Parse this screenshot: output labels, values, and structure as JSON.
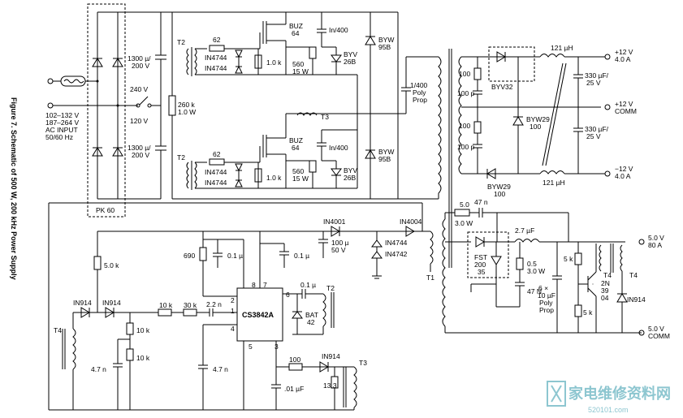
{
  "caption": "Figure 7. Schematic of 500 W, 200 kHz Power Supply",
  "input": {
    "l1": "102–132 V",
    "l2": "187–264 V",
    "l3": "AC INPUT",
    "l4": "50/60 Hz",
    "sw240": "240 V",
    "sw120": "120 V"
  },
  "bridge_label": "PK 60",
  "caps": {
    "c1a": "1300 µ/",
    "c1b": "200 V",
    "c2a": "1300 µ/",
    "c2b": "200 V",
    "r_bleed_a": "260 k",
    "r_bleed_b": "1.0 W",
    "c_poly_a": "1/400",
    "c_poly_b": "Poly",
    "c_poly_c": "Prop"
  },
  "upper_driver": {
    "t2": "T2",
    "r62": "62",
    "z1": "IN4744",
    "z2": "IN4744",
    "r1k": "1.0 k",
    "buz_a": "BUZ",
    "buz_b": "64",
    "r560a": "560",
    "r560b": "15 W",
    "d400": "In/400",
    "byv_a": "BYV",
    "byv_b": "26B",
    "byw_a": "BYW",
    "byw_b": "95B"
  },
  "lower_driver": {
    "t2": "T2",
    "r62": "62",
    "z1": "IN4744",
    "z2": "IN4744",
    "r1k": "1.0 k",
    "buz_a": "BUZ",
    "buz_b": "64",
    "r560a": "560",
    "r560b": "15 W",
    "d400": "In/400",
    "byv_a": "BYV",
    "byv_b": "26B",
    "byw_a": "BYW",
    "byw_b": "95B",
    "t3": "T3"
  },
  "secondary_12": {
    "l121a": "121 µH",
    "l121b": "121 µH",
    "out1a": "+12 V",
    "out1b": "4.0 A",
    "out2a": "+12 V",
    "out2b": "COMM",
    "out3a": "−12 V",
    "out3b": "4.0 A",
    "c330a": "330 µF/",
    "c330b": "25 V",
    "c330c": "330 µF/",
    "c330d": "25 V",
    "byv32": "BYV32",
    "byw29a": "BYW29",
    "byw29b": "100",
    "byw29c": "BYW29",
    "byw29d": "100",
    "r100a": "100",
    "c100p_a": "100 p",
    "r100b": "100",
    "c100p_b": "100 p"
  },
  "aux": {
    "d1": "IN4001",
    "d2": "IN4004",
    "c100u_a": "100 µ",
    "c100u_b": "50 V",
    "z1": "IN4744",
    "z2": "IN4742",
    "t1": "T1"
  },
  "secondary_5": {
    "r5a": "5.0",
    "r5b": "3.0 W",
    "c47n": "47 n",
    "l27": "2.7 µF",
    "fst_a": "FST",
    "fst_b": "200",
    "fst_c": "35",
    "r05a": "0.5",
    "r05b": "3.0 W",
    "c47N": "47 N",
    "c6x_a": "6 ×",
    "c6x_b": "10 µF",
    "c6x_c": "Poly",
    "c6x_d": "Prop",
    "r5k_a": "5 k",
    "r5k_b": "5 k",
    "q_a": "2N",
    "q_b": "39",
    "q_c": "04",
    "t4a": "T4",
    "t4b": "T4",
    "d914": "IN914",
    "out1a": "5.0 V",
    "out1b": "80 A",
    "out2a": "5.0 V",
    "out2b": "COMM"
  },
  "control": {
    "r5k": "5.0 k",
    "r690": "690",
    "c01a": "0.1 µ",
    "c01b": "0.1 µ",
    "ic": "CS3842A",
    "p1": "1",
    "p2": "2",
    "p3": "3",
    "p4": "4",
    "p5": "5",
    "p6": "6",
    "p7": "7",
    "p8": "8",
    "d914a": "IN914",
    "d914b": "IN914",
    "r10ka": "10 k",
    "r30k": "30 k",
    "c22n": "2.2 n",
    "r10kb": "10 k",
    "r10kc": "10 k",
    "c47n": "4.7 n",
    "c47nb": "4.7 n",
    "c01c": "0.1 µ",
    "t2": "T2",
    "bat_a": "BAT",
    "bat_b": "42",
    "t4": "T4",
    "r100": "100",
    "d914c": "IN914",
    "c01uf": ".01 µF",
    "r133": "13.3",
    "t3": "T3"
  },
  "watermark": {
    "cn": "家电维修资料网",
    "url": "520101.com"
  }
}
